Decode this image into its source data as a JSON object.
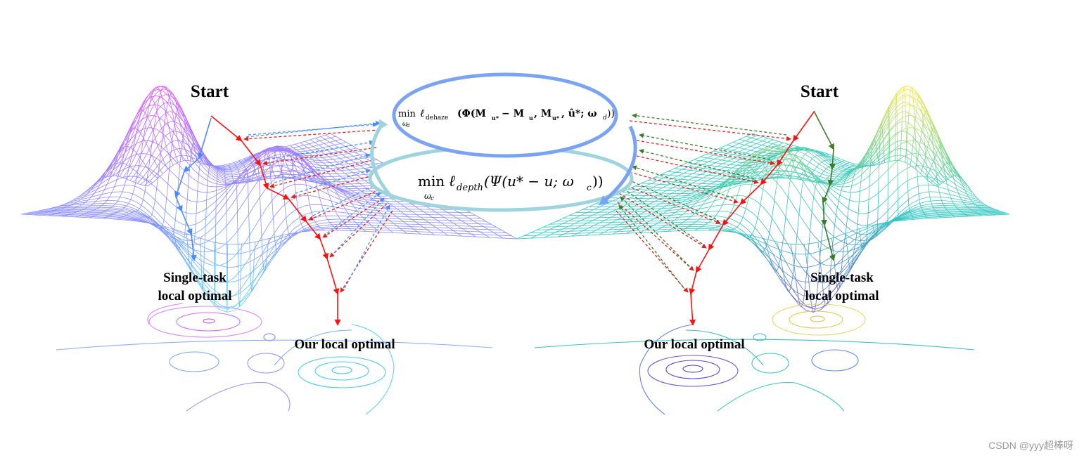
{
  "left_panel": {
    "start_label": "Start",
    "single_task_label_line1": "Single-task",
    "single_task_label_line2": "local optimal",
    "our_label": "Our local optimal",
    "mesh_color": "#8a8cff",
    "peak_color": "#e056ff",
    "valley_color": "#4fd6ff",
    "single_task_path_color": "#4a8cff",
    "our_path_color": "#ff1010"
  },
  "right_panel": {
    "start_label": "Start",
    "single_task_label_line1": "Single-task",
    "single_task_label_line2": "local optimal",
    "our_label": "Our local optimal",
    "mesh_color": "#30c8c0",
    "peak_color": "#ffe84a",
    "valley_color": "#6a5ad8",
    "single_task_path_color": "#3f7a28",
    "our_path_color": "#ff1010"
  },
  "center": {
    "top_eq": {
      "min": "min",
      "sub": "ω",
      "sub_index": "d",
      "loss": "ℓ",
      "loss_sub": "dehaze",
      "body": "(Φ(M",
      "m1_sub": "u*",
      "minus": " − M",
      "m2_sub": "u",
      "comma": ", M",
      "m3_sub": "u*",
      "tail": ", û*; ω",
      "tail_sub": "d",
      "close": "))"
    },
    "bottom_eq": {
      "min": "min",
      "sub": "ω",
      "sub_index": "c",
      "loss": "ℓ",
      "loss_sub": "depth",
      "body": "(Ψ(u* − u; ω",
      "body_sub": "c",
      "close": "))"
    },
    "top_ellipse_color": "#7aa3f2",
    "bottom_ellipse_color": "#9fd4de"
  },
  "watermark": "CSDN @yyy超棒呀"
}
